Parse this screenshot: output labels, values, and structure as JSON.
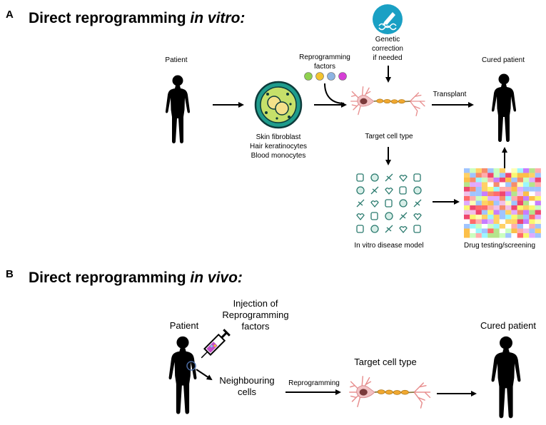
{
  "panel_a": {
    "letter": "A",
    "title": "Direct reprogramming ",
    "title_em": "in vitro:",
    "patient": "Patient",
    "reprogramming_factors": [
      "Reprogramming",
      "factors"
    ],
    "cell_sources": [
      "Skin fibroblast",
      "Hair keratinocytes",
      "Blood  monocytes"
    ],
    "genetic_correction": [
      "Genetic",
      "correction",
      "if needed"
    ],
    "target_cell": "Target cell type",
    "transplant": "Transplant",
    "cured_patient": "Cured patient",
    "disease_model": "In vitro disease model",
    "drug_testing": "Drug testing/screening",
    "factor_colors": [
      "#8fd14f",
      "#f4c430",
      "#8db4e2",
      "#d63fd6"
    ]
  },
  "panel_b": {
    "letter": "B",
    "title": "Direct reprogramming ",
    "title_em": "in vivo:",
    "patient": "Patient",
    "injection": [
      "Injection of",
      "Reprogramming",
      "factors"
    ],
    "neighbouring": [
      "Neighbouring",
      "cells"
    ],
    "reprogramming": "Reprogramming",
    "target_cell": "Target cell type",
    "cured_patient": "Cured patient"
  }
}
